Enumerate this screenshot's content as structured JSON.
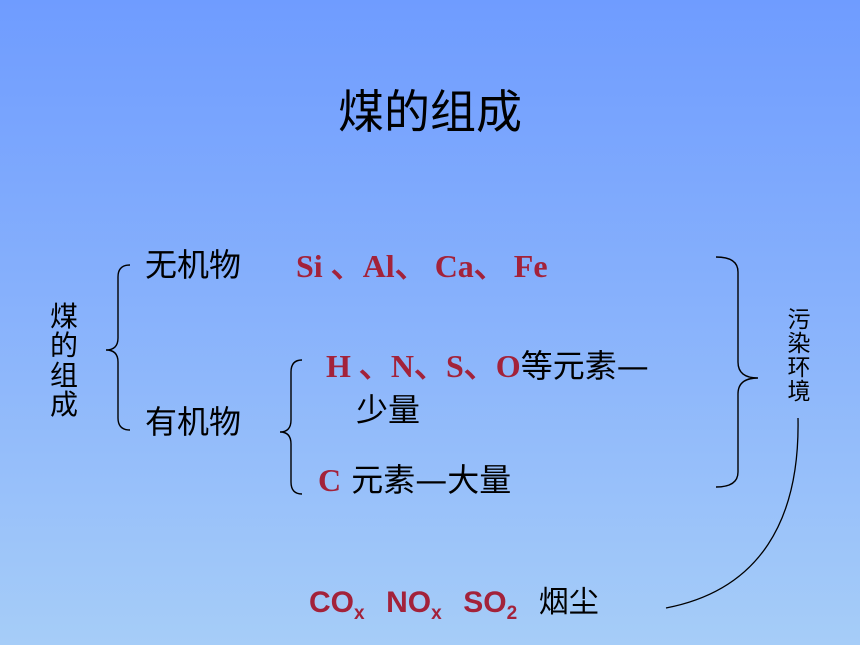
{
  "title": "煤的组成",
  "left_label": [
    "煤",
    "的",
    "组",
    "成"
  ],
  "right_label": [
    "污",
    "染",
    "环",
    "境"
  ],
  "inorganic": {
    "label": "无机物",
    "elements": "Si 、Al、 Ca、 Fe"
  },
  "organic": {
    "label": "有机物",
    "minor_elements": "H 、N、S、O",
    "minor_text": "等元素—",
    "minor_text_cont": "少量",
    "major_element": "C",
    "major_text": " 元素—大量"
  },
  "pollutants": {
    "items": [
      {
        "base": "CO",
        "sub": "x"
      },
      {
        "base": "NO",
        "sub": "x"
      },
      {
        "base": "SO",
        "sub": "2"
      }
    ],
    "dust": "烟尘"
  },
  "colors": {
    "accent": "#a3223a",
    "background_top": "#6f9cff",
    "background_bottom": "#a6cdf8"
  }
}
